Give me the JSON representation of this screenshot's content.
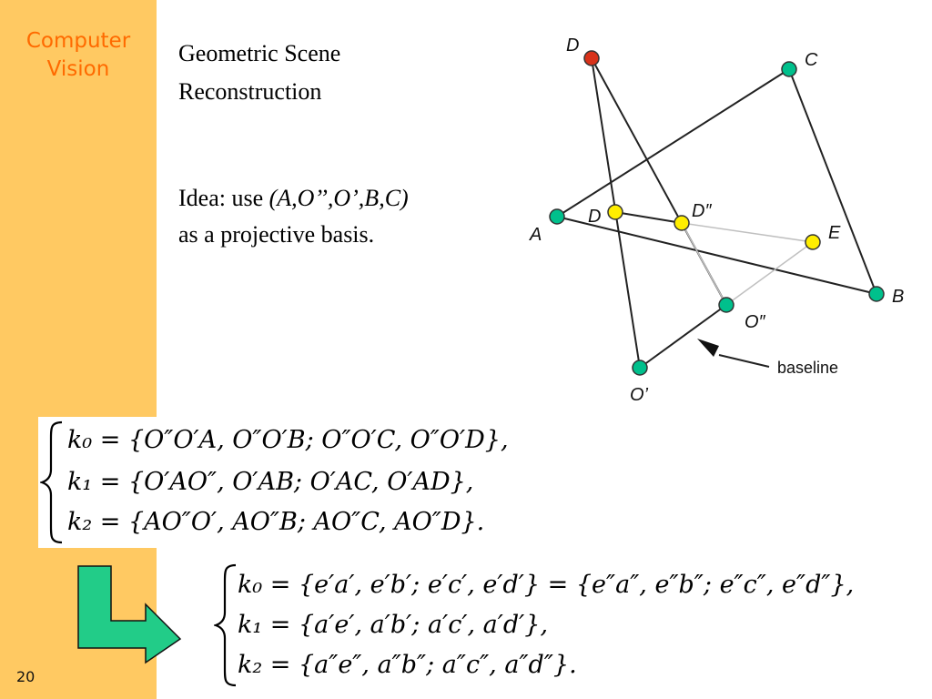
{
  "sidebar": {
    "brand_line1": "Computer",
    "brand_line2": "Vision",
    "page_number": "20",
    "background": "#ffc962",
    "brand_color": "#ff6a00"
  },
  "slide": {
    "title_line1": "Geometric Scene",
    "title_line2": "Reconstruction",
    "idea_prefix": "Idea: use ",
    "idea_basis": "(A,O’’,O’,B,C)",
    "idea_line2": "as a projective basis."
  },
  "diagram": {
    "point_labels": {
      "D_top": "D",
      "C": "C",
      "A": "A",
      "D_mid": "D",
      "D_dprime": "D″",
      "E": "E",
      "B": "B",
      "O_dprime": "O″",
      "O_prime": "O’"
    },
    "baseline_label": "baseline",
    "colors": {
      "green_point": "#00c08c",
      "yellow_point": "#ffee00",
      "red_point": "#d8321a"
    }
  },
  "equations_3d": {
    "k0": "k₀ = {O″O′A, O″O′B; O″O′C, O″O′D},",
    "k1": "k₁ = {O′AO″, O′AB; O′AC, O′AD},",
    "k2": "k₂ = {AO″O′, AO″B; AO″C, AO″D}."
  },
  "equations_2d": {
    "k0": "k₀ = {e′a′, e′b′; e′c′, e′d′} = {e″a″, e″b″; e″c″, e″d″},",
    "k1": "k₁ = {a′e′, a′b′; a′c′, a′d′},",
    "k2": "k₂ = {a″e″, a″b″; a″c″, a″d″}."
  },
  "arrow": {
    "fill": "#22cc88"
  }
}
